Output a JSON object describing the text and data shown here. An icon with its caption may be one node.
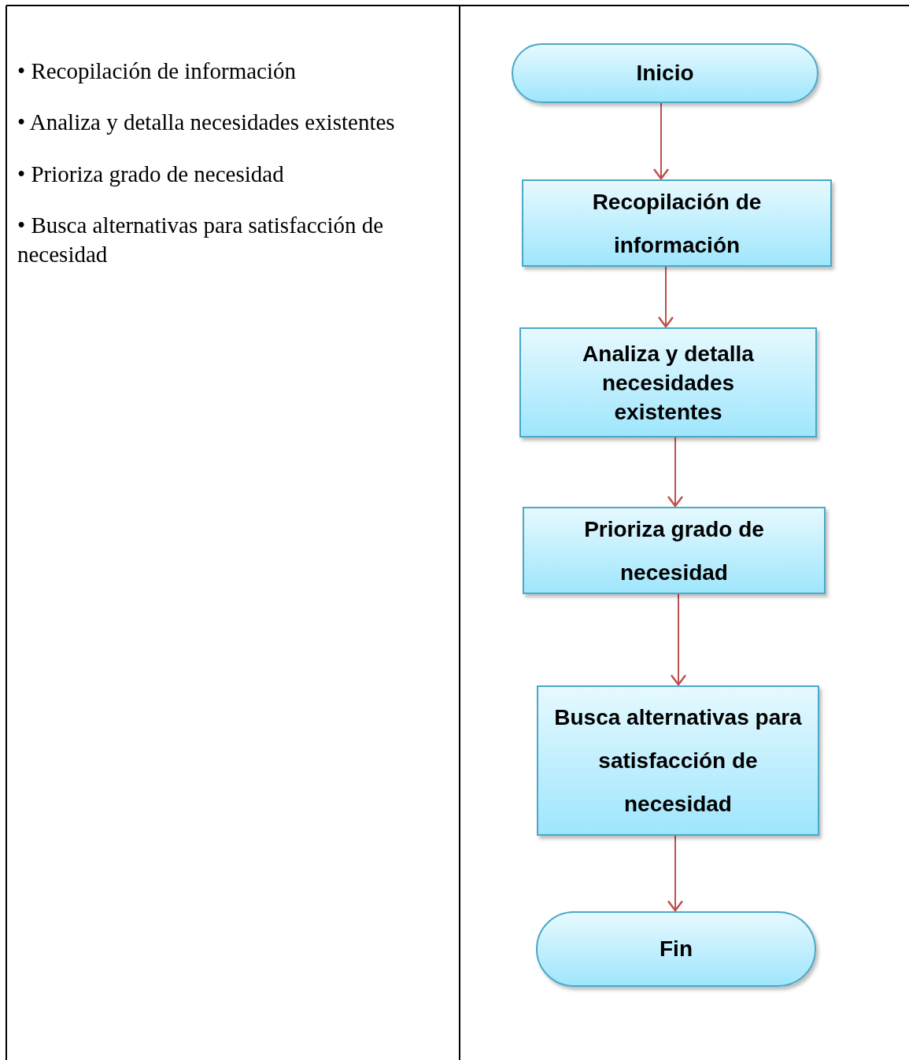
{
  "diagram": {
    "nodes": [
      {
        "text": [
          "Inicio"
        ]
      },
      {
        "text": [
          "Recopilación de información"
        ]
      },
      {
        "text": [
          "Analiza y detalla necesidades existentes"
        ]
      },
      {
        "text": [
          "Prioriza grado de necesidad"
        ]
      },
      {
        "text": [
          "Busca alternativas para satisfacción de necesidad"
        ]
      },
      {
        "text": [
          "Fin"
        ]
      }
    ],
    "edges": [
      {
        "from": 0,
        "to": 1,
        "arrow": "to"
      },
      {
        "from": 1,
        "to": 2,
        "arrow": "to"
      },
      {
        "from": 2,
        "to": 3,
        "arrow": "to"
      },
      {
        "from": 3,
        "to": 4,
        "arrow": "to"
      },
      {
        "from": 4,
        "to": 5,
        "arrow": "to"
      }
    ],
    "labels": [
      "• Recopilación de información",
      "• Analiza y detalla necesidades existentes",
      "• Prioriza grado de necesidad",
      "• Busca alternativas para satisfacción de necesidad"
    ]
  }
}
